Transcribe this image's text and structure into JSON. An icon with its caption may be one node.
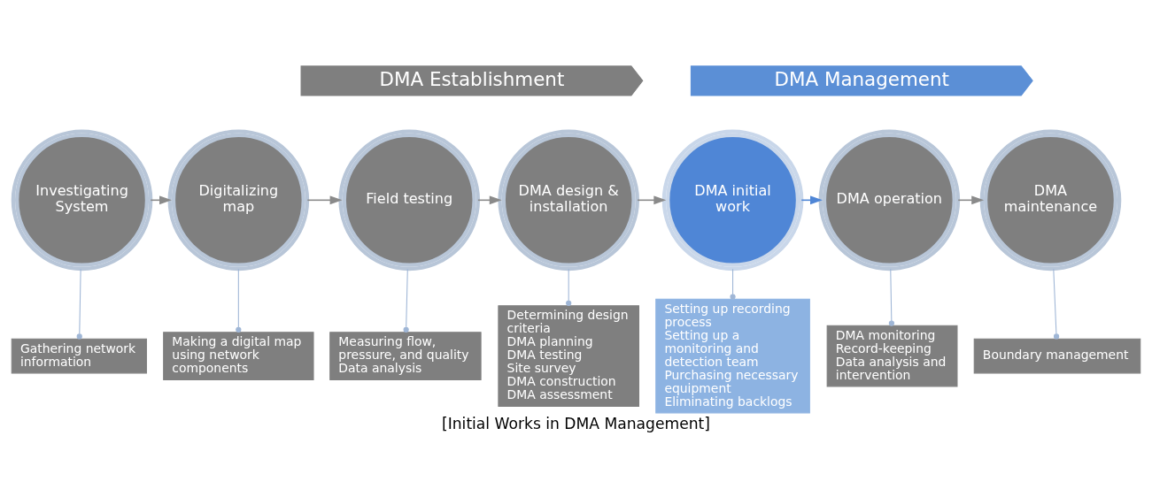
{
  "diagram": {
    "caption": "[Initial Works in DMA Management]",
    "nodes": [
      {
        "text": [
          "DMA Establishment"
        ]
      },
      {
        "text": [
          "DMA Management"
        ]
      },
      {
        "text": [
          "Investigating System"
        ]
      },
      {
        "text": [
          "Digitalizing map"
        ]
      },
      {
        "text": [
          "Field testing"
        ]
      },
      {
        "text": [
          "DMA design & installation"
        ]
      },
      {
        "text": [
          "DMA initial work"
        ]
      },
      {
        "text": [
          "DMA operation"
        ]
      },
      {
        "text": [
          "DMA maintenance"
        ]
      },
      {
        "text": [
          "Gathering network information"
        ]
      },
      {
        "text": [
          "Making a digital map using network components"
        ]
      },
      {
        "text": [
          "Measuring flow, pressure, and quality",
          "Data analysis"
        ]
      },
      {
        "text": [
          "Determining design criteria",
          "DMA planning",
          "DMA testing",
          "Site survey",
          "DMA construction",
          "DMA assessment"
        ]
      },
      {
        "text": [
          "Setting up recording process",
          "Setting up a monitoring and detection team",
          "Purchasing necessary equipment",
          "Eliminating backlogs"
        ]
      },
      {
        "text": [
          "DMA monitoring",
          "Record-keeping",
          "Data analysis and intervention"
        ]
      },
      {
        "text": [
          "Boundary management"
        ]
      }
    ],
    "edges": [
      {
        "from": 2,
        "to": 3,
        "arrow": "to"
      },
      {
        "from": 3,
        "to": 4,
        "arrow": "to"
      },
      {
        "from": 4,
        "to": 5,
        "arrow": "to"
      },
      {
        "from": 5,
        "to": 6,
        "arrow": "to"
      },
      {
        "from": 6,
        "to": 7,
        "arrow": "to",
        "color": "#4f86d6"
      },
      {
        "from": 7,
        "to": 8,
        "arrow": "to"
      },
      {
        "from": 2,
        "to": 9,
        "arrow": "other"
      },
      {
        "from": 3,
        "to": 10,
        "arrow": "other"
      },
      {
        "from": 4,
        "to": 11,
        "arrow": "other"
      },
      {
        "from": 5,
        "to": 12,
        "arrow": "other"
      },
      {
        "from": 6,
        "to": 13,
        "arrow": "other"
      },
      {
        "from": 7,
        "to": 14,
        "arrow": "other"
      },
      {
        "from": 8,
        "to": 15,
        "arrow": "other"
      }
    ]
  }
}
